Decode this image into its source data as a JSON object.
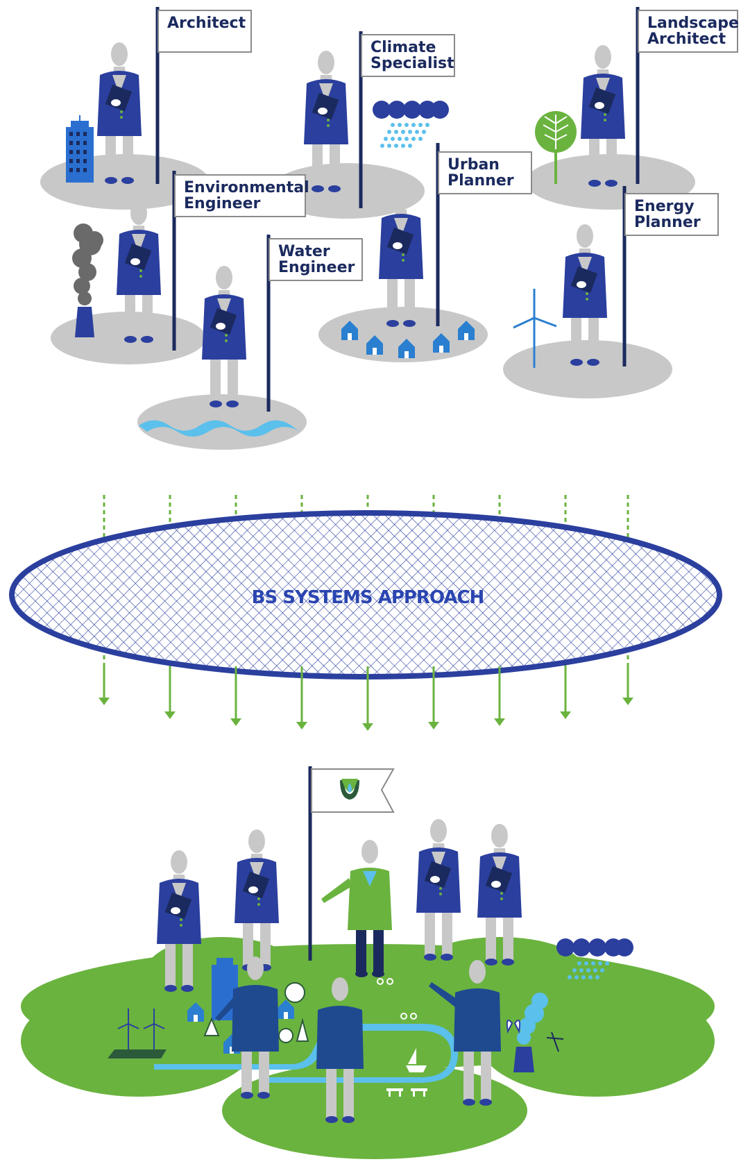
{
  "roles": [
    {
      "id": "architect",
      "label": "Architect"
    },
    {
      "id": "climate-specialist",
      "label": "Climate\nSpecialist"
    },
    {
      "id": "landscape-architect",
      "label": "Landscape\nArchitect"
    },
    {
      "id": "environmental-engineer",
      "label": "Environmental\nEngineer"
    },
    {
      "id": "urban-planner",
      "label": "Urban\nPlanner"
    },
    {
      "id": "energy-planner",
      "label": "Energy\nPlanner"
    },
    {
      "id": "water-engineer",
      "label": "Water\nEngineer"
    }
  ],
  "approach": {
    "label": "BS SYSTEMS APPROACH"
  },
  "colors": {
    "navy": "#1b2a5e",
    "jacket": "#2b3f9e",
    "green": "#6ab33f",
    "light_blue": "#5bc0eb",
    "grey": "#c8c8c8",
    "dark_grey": "#6a6a6a"
  },
  "icons": [
    "building-icon",
    "rain-cloud-icon",
    "tree-icon",
    "smokestack-icon",
    "houses-icon",
    "wind-turbine-icon",
    "water-waves-icon",
    "flag-logo-icon",
    "boat-icon",
    "butterfly-icon",
    "bicycle-icon",
    "bench-icon"
  ]
}
